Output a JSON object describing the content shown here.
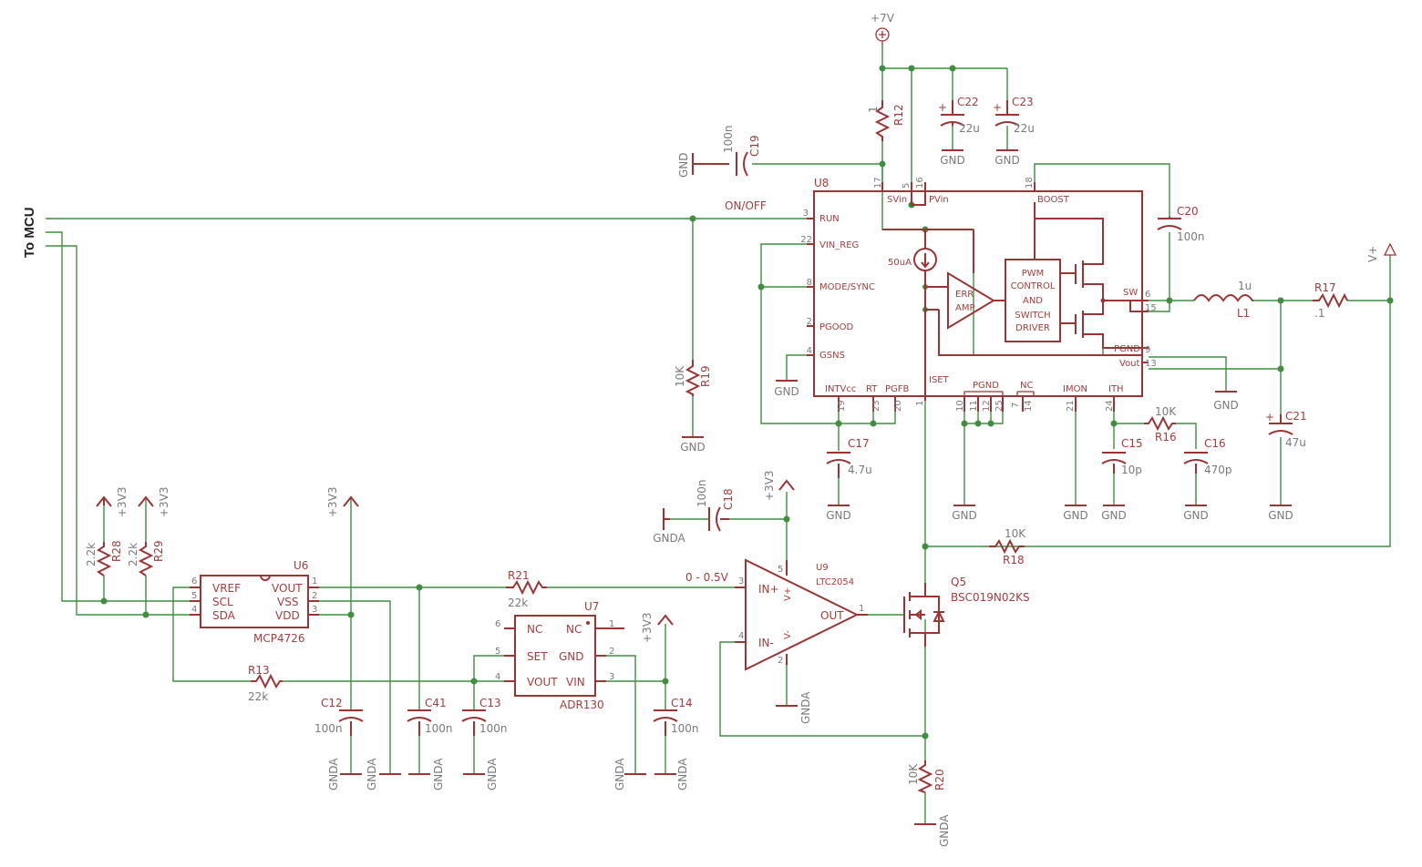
{
  "mcu_label": "To MCU",
  "supply_top": "+7V",
  "net_onoff": "ON/OFF",
  "net_range": "0 - 0.5V",
  "supply_3v3": "+3V3",
  "supply_vplus": "V+",
  "gnd": "GND",
  "gnda": "GNDA",
  "u8": {
    "name": "U8",
    "pins_left": [
      "RUN",
      "VIN_REG",
      "MODE/SYNC",
      "PGOOD",
      "GSNS"
    ],
    "pins_left_nums": [
      "3",
      "22",
      "8",
      "2",
      "4"
    ],
    "pins_top": [
      "SVin",
      "PVin",
      "BOOST"
    ],
    "pins_top_nums": [
      "17",
      "5",
      "16",
      "18"
    ],
    "pins_bottom": [
      "INTVcc",
      "RT",
      "PGFB",
      "PGND",
      "NC",
      "IMON",
      "ITH"
    ],
    "pins_bottom_nums": [
      "19",
      "23",
      "20",
      "1",
      "10",
      "11",
      "12",
      "25",
      "7",
      "14",
      "21",
      "24"
    ],
    "pins_right": [
      "SW",
      "PGND",
      "Vout"
    ],
    "pins_right_nums": [
      "6",
      "15",
      "9",
      "13"
    ],
    "current_source": "50uA",
    "err_amp": [
      "ERR",
      "AMP"
    ],
    "pwm": [
      "PWM",
      "CONTROL",
      "AND",
      "SWITCH",
      "DRIVER"
    ],
    "iset": "ISET"
  },
  "u6": {
    "name": "U6",
    "part": "MCP4726",
    "pins_left": [
      "VREF",
      "SCL",
      "SDA"
    ],
    "pins_right": [
      "VOUT",
      "VSS",
      "VDD"
    ],
    "nums_left": [
      "6",
      "5",
      "4"
    ],
    "nums_right": [
      "1",
      "2",
      "3"
    ]
  },
  "u7": {
    "name": "U7",
    "part": "ADR130",
    "pins_left": [
      "NC",
      "SET",
      "VOUT"
    ],
    "pins_right": [
      "NC",
      "GND",
      "VIN"
    ],
    "nums_left": [
      "6",
      "5",
      "4"
    ],
    "nums_right": [
      "1",
      "2",
      "3"
    ]
  },
  "u9": {
    "name": "U9",
    "part": "LTC2054",
    "in_plus": "IN+",
    "in_minus": "IN-",
    "out": "OUT",
    "vplus": "V+",
    "vminus": "V-",
    "nums": [
      "3",
      "4",
      "1",
      "5",
      "2"
    ]
  },
  "q5": {
    "name": "Q5",
    "part": "BSC019N02KS"
  },
  "components": {
    "R12": {
      "name": "R12",
      "value": "1"
    },
    "R19": {
      "name": "R19",
      "value": "10K"
    },
    "R17": {
      "name": "R17",
      "value": ".1"
    },
    "R16": {
      "name": "R16",
      "value": "10K"
    },
    "R18": {
      "name": "R18",
      "value": "10K"
    },
    "R20": {
      "name": "R20",
      "value": "10K"
    },
    "R21": {
      "name": "R21",
      "value": "22k"
    },
    "R13": {
      "name": "R13",
      "value": "22k"
    },
    "R28": {
      "name": "R28",
      "value": "2.2k"
    },
    "R29": {
      "name": "R29",
      "value": "2.2k"
    },
    "C22": {
      "name": "C22",
      "value": "22u"
    },
    "C23": {
      "name": "C23",
      "value": "22u"
    },
    "C19": {
      "name": "C19",
      "value": "100n"
    },
    "C20": {
      "name": "C20",
      "value": "100n"
    },
    "C21": {
      "name": "C21",
      "value": "47u"
    },
    "C17": {
      "name": "C17",
      "value": "4.7u"
    },
    "C15": {
      "name": "C15",
      "value": "10p"
    },
    "C16": {
      "name": "C16",
      "value": "470p"
    },
    "C18": {
      "name": "C18",
      "value": "100n"
    },
    "C12": {
      "name": "C12",
      "value": "100n"
    },
    "C41": {
      "name": "C41",
      "value": "100n"
    },
    "C13": {
      "name": "C13",
      "value": "100n"
    },
    "C14": {
      "name": "C14",
      "value": "100n"
    },
    "L1": {
      "name": "L1",
      "value": "1u"
    }
  },
  "colors": {
    "wire": "#3f8f3f",
    "part": "#9b3535",
    "text": "#a23e3e",
    "value": "#7a7a7a"
  }
}
